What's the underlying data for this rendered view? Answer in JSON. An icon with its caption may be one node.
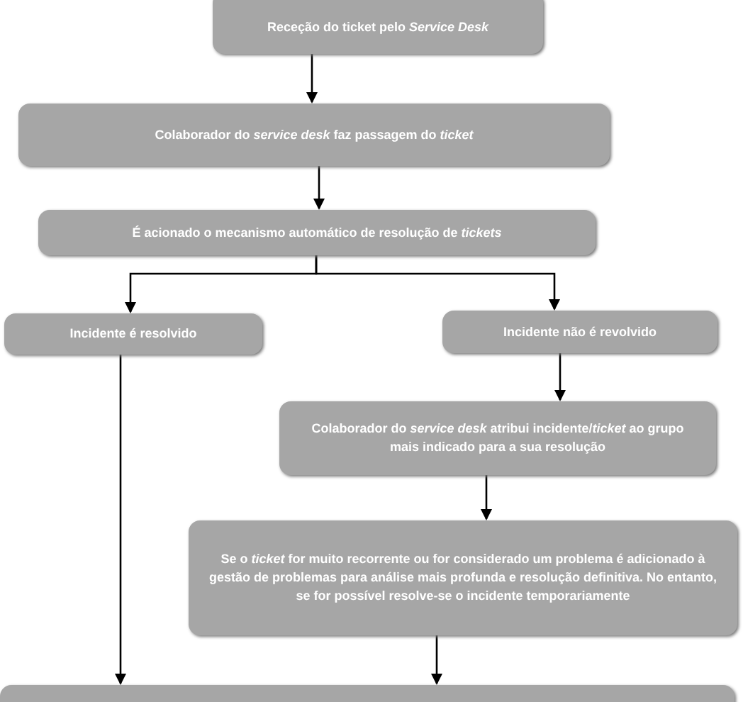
{
  "diagram": {
    "nodes": [
      {
        "text": [
          "Receção do ticket pelo *Service Desk*"
        ]
      },
      {
        "text": [
          "Colaborador do *service desk* faz passagem do *ticket*"
        ]
      },
      {
        "text": [
          "É acionado o mecanismo automático de resolução de *tickets*"
        ]
      },
      {
        "text": [
          "Incidente é resolvido"
        ]
      },
      {
        "text": [
          "Incidente não é revolvido"
        ]
      },
      {
        "text": [
          "Colaborador do *service desk* atribui incidente/*ticket* ao grupo mais indicado para a sua resolução"
        ]
      },
      {
        "text": [
          "Se o *ticket* for muito recorrente ou for considerado um problema é adicionado à gestão de problemas para análise mais profunda e resolução definitiva. No entanto, se for possível resolve-se o incidente temporariamente"
        ]
      },
      {
        "text": [],
        "shape": "box"
      }
    ],
    "edges": [
      {
        "from": 0,
        "to": 1,
        "arrow": "to"
      },
      {
        "from": 1,
        "to": 2,
        "arrow": "to"
      },
      {
        "from": 2,
        "to": 3,
        "arrow": "to"
      },
      {
        "from": 2,
        "to": 4,
        "arrow": "to"
      },
      {
        "from": 4,
        "to": 5,
        "arrow": "to"
      },
      {
        "from": 5,
        "to": 6,
        "arrow": "to"
      },
      {
        "from": 6,
        "to": 7,
        "arrow": "to"
      },
      {
        "from": 3,
        "to": 7,
        "arrow": "to"
      }
    ]
  }
}
